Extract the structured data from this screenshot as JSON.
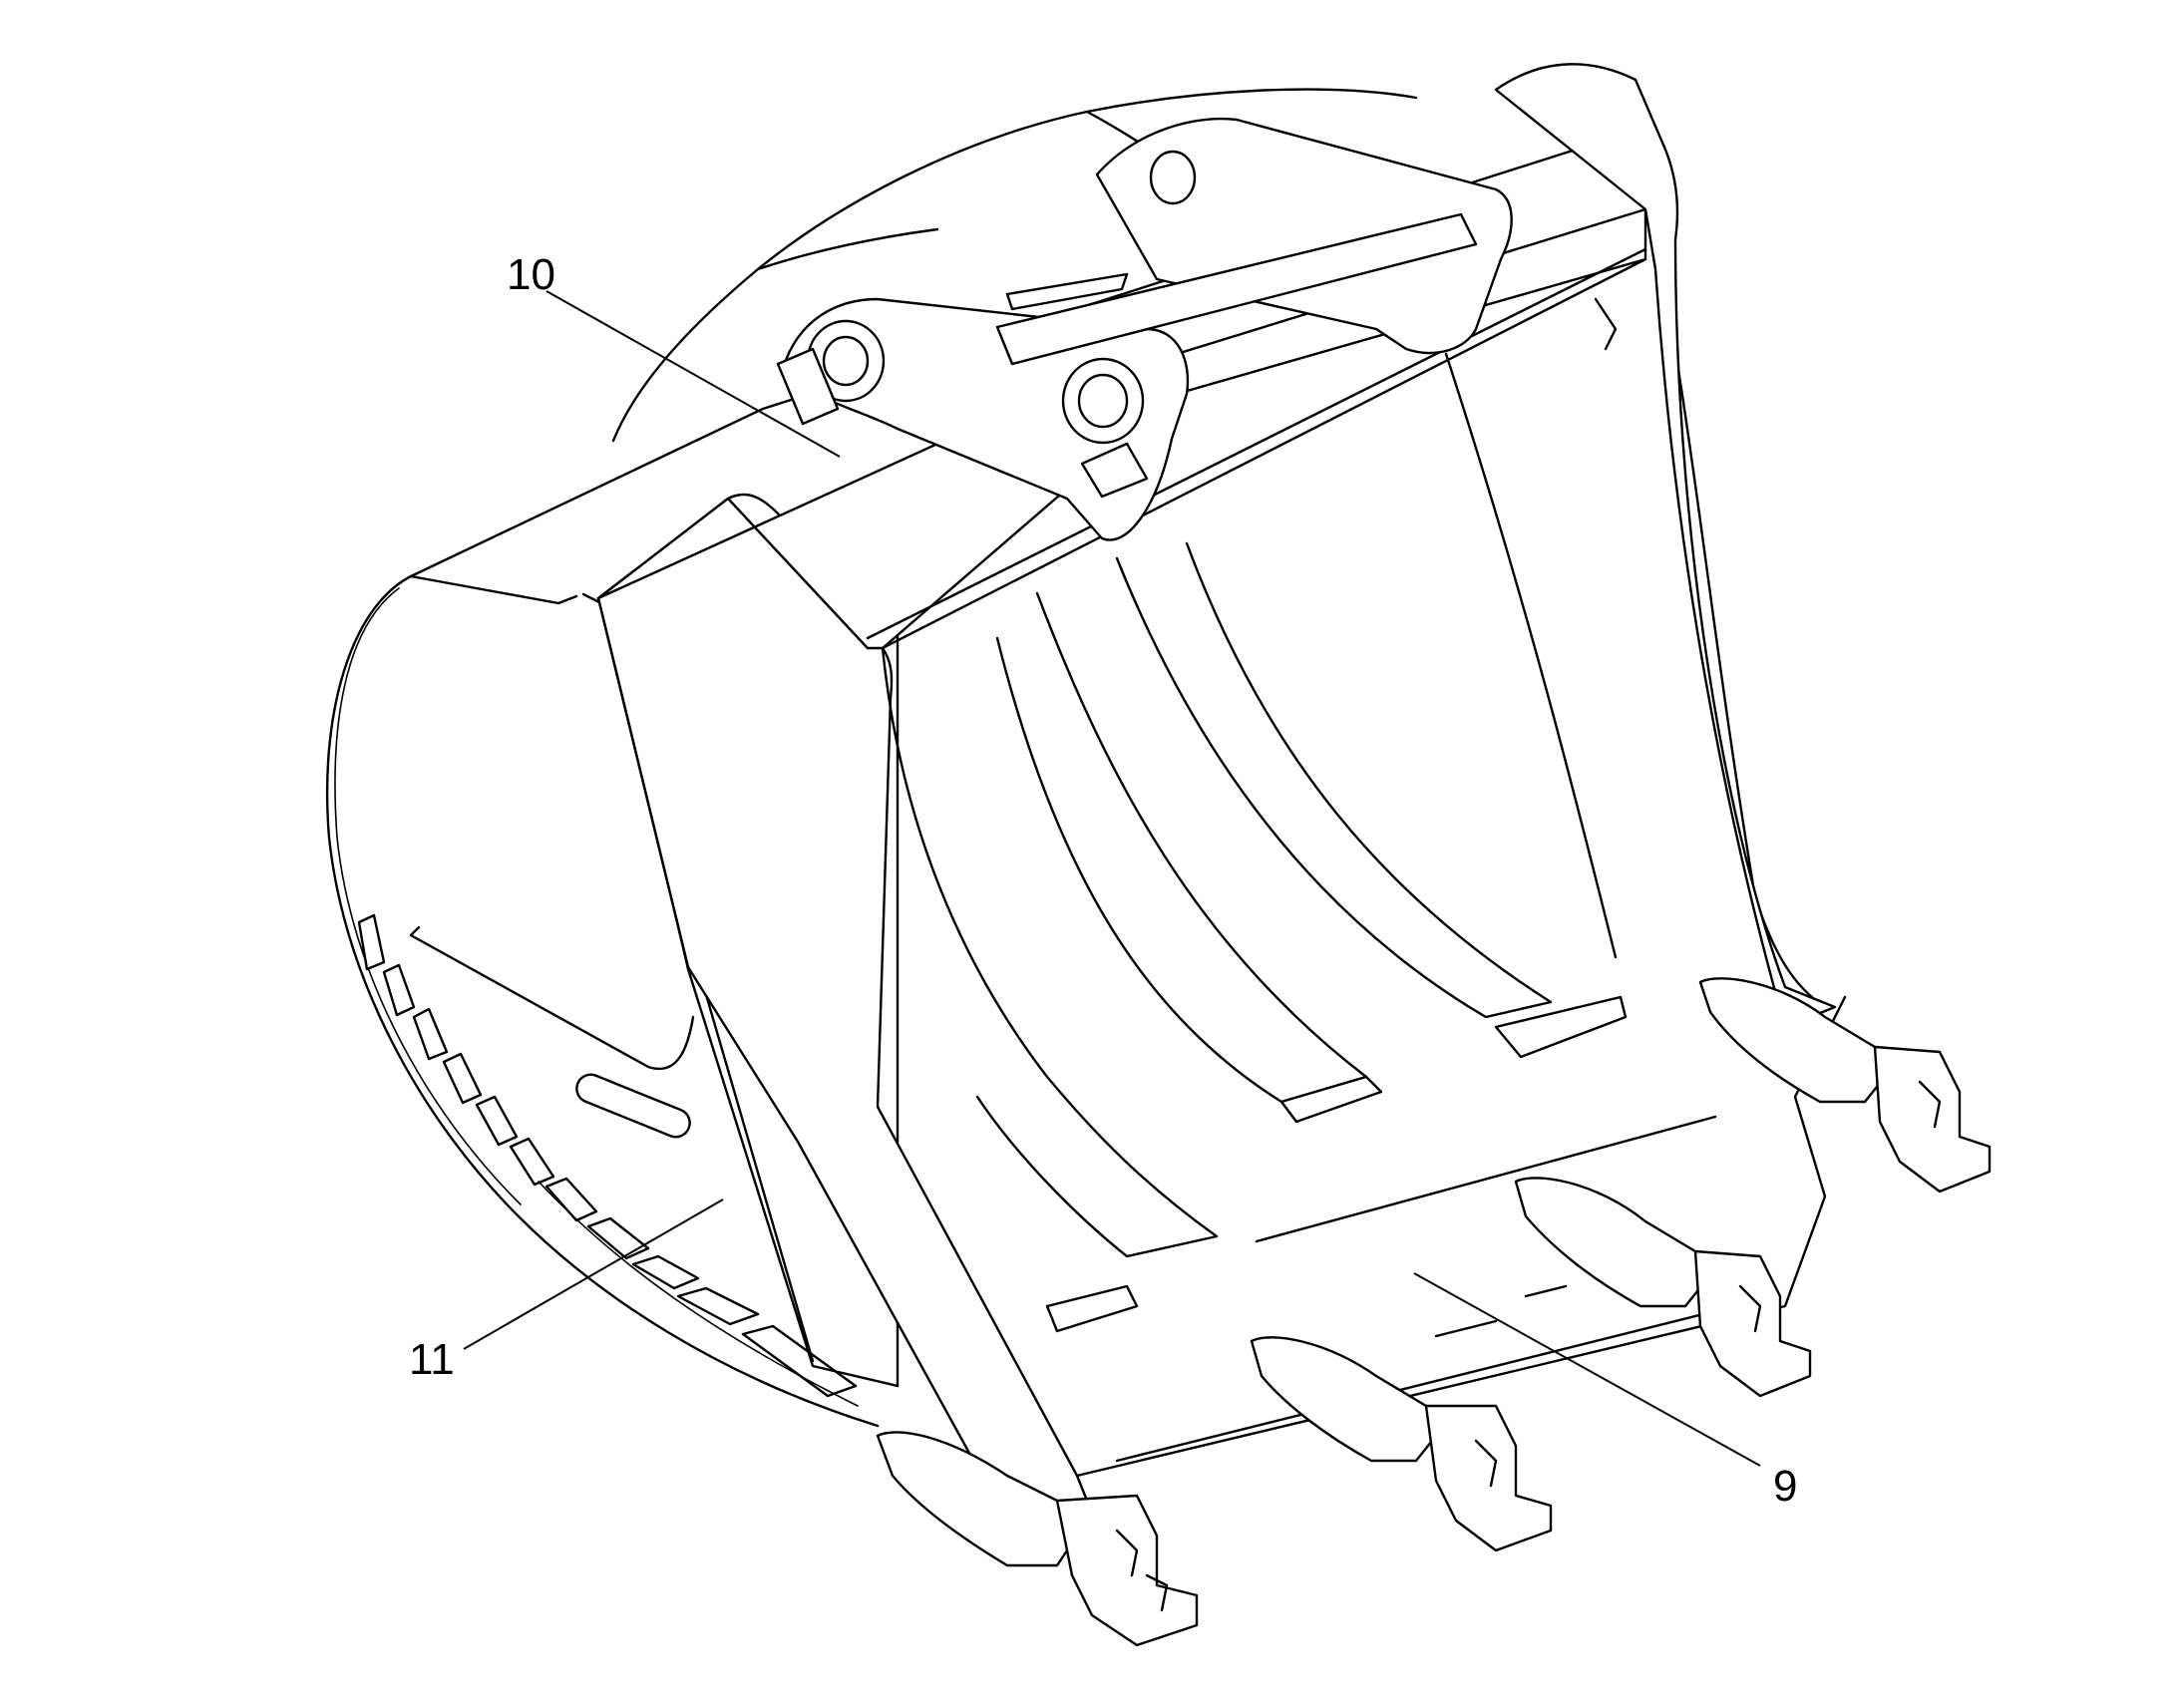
{
  "callouts": [
    {
      "id": "10",
      "text": "10"
    },
    {
      "id": "11",
      "text": "11"
    },
    {
      "id": "9",
      "text": "9"
    }
  ],
  "colors": {
    "line": "#000000",
    "background": "#ffffff"
  }
}
